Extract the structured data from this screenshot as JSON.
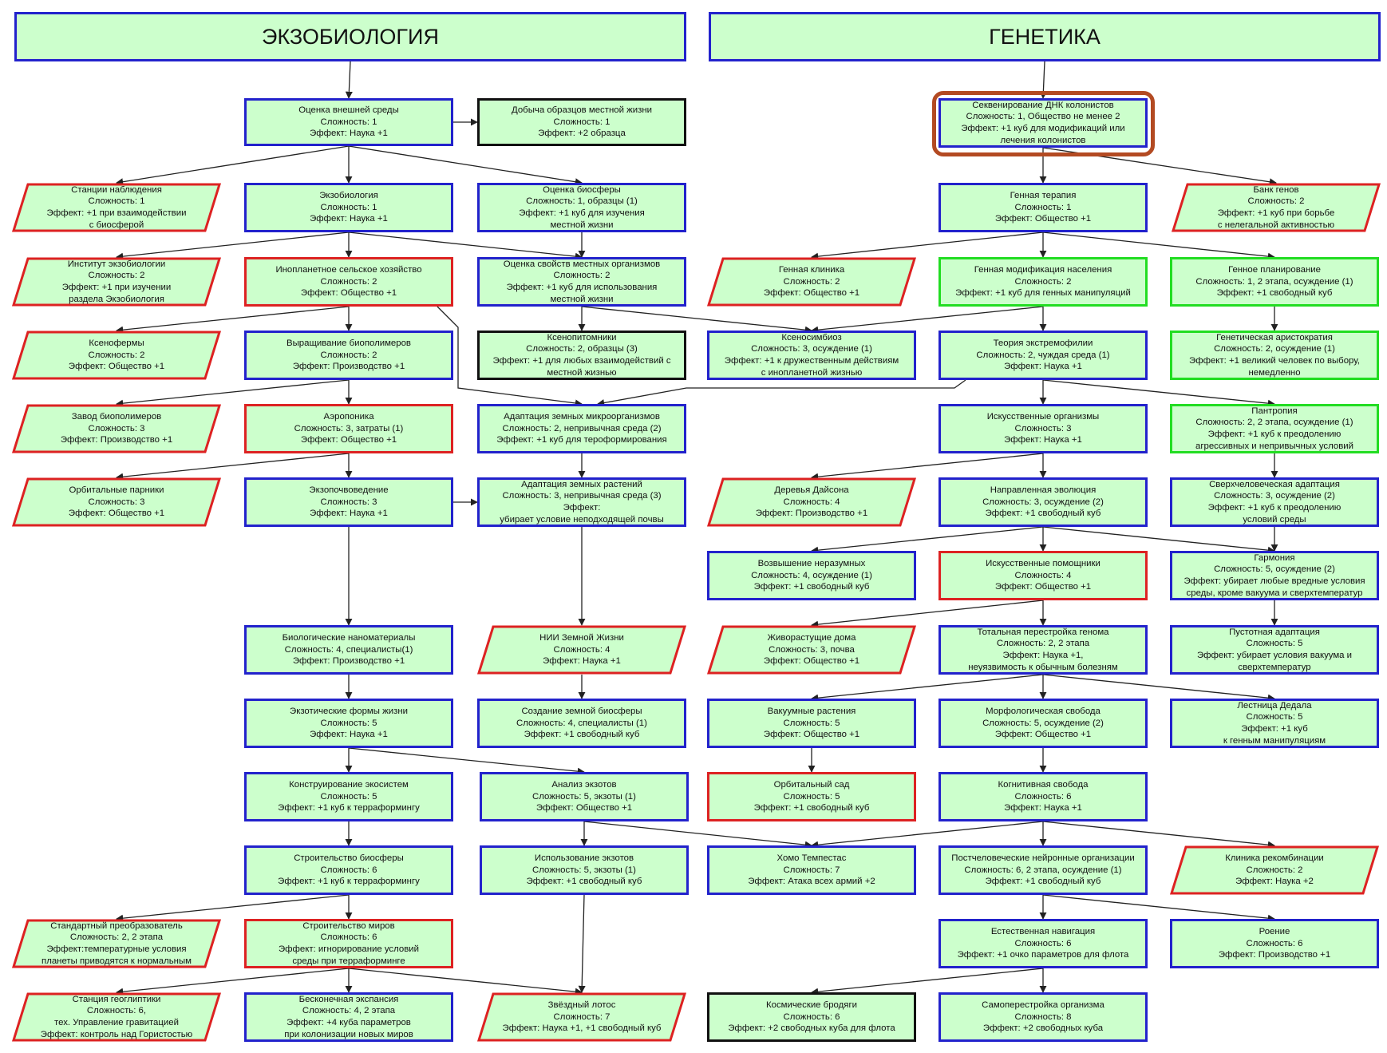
{
  "colors": {
    "fill": "#ccffcc",
    "blue": "#2222cc",
    "green": "#22dd22",
    "red": "#dd2222",
    "black": "#111111",
    "edge": "#222222",
    "highlight": "#b34a22"
  },
  "headers": {
    "exobiology": "ЭКЗОБИОЛОГИЯ",
    "genetics": "ГЕНЕТИКА"
  },
  "nodes": {
    "l1": [
      "Оценка внешней среды",
      "Сложность: 1",
      "Эффект: Наука +1"
    ],
    "l1b": [
      "Добыча образцов местной жизни",
      "Сложность: 1",
      "Эффект: +2 образца"
    ],
    "l2a": [
      "Станции наблюдения",
      "Сложность: 1",
      "Эффект: +1 при взаимодействии",
      "с биосферой"
    ],
    "l2b": [
      "Экзобиология",
      "Сложность: 1",
      "Эффект: Наука +1"
    ],
    "l2c": [
      "Оценка биосферы",
      "Сложность: 1, образцы (1)",
      "Эффект: +1 куб для изучения",
      "местной жизни"
    ],
    "l3a": [
      "Институт экзобиологии",
      "Сложность: 2",
      "Эффект: +1 при изучении",
      "раздела Экзобиология"
    ],
    "l3b": [
      "Инопланетное сельское хозяйство",
      "Сложность: 2",
      "Эффект: Общество +1"
    ],
    "l3c": [
      "Оценка свойств местных организмов",
      "Сложность: 2",
      "Эффект: +1 куб для использования",
      "местной жизни"
    ],
    "l4a": [
      "Ксенофермы",
      "Сложность: 2",
      "Эффект: Общество +1"
    ],
    "l4b": [
      "Выращивание биополимеров",
      "Сложность: 2",
      "Эффект: Производство +1"
    ],
    "l4c": [
      "Ксенопитомники",
      "Сложность: 2, образцы (3)",
      "Эффект: +1 для любых взаимодействий с",
      "местной жизнью"
    ],
    "l5a": [
      "Завод биополимеров",
      "Сложность: 3",
      "Эффект: Производство +1"
    ],
    "l5b": [
      "Аэропоника",
      "Сложность: 3, затраты (1)",
      "Эффект: Общество +1"
    ],
    "l5c": [
      "Адаптация земных микроорганизмов",
      "Сложность: 2, непривычная среда (2)",
      "Эффект: +1 куб для тероформирования"
    ],
    "l6a": [
      "Орбитальные парники",
      "Сложность: 3",
      "Эффект: Общество +1"
    ],
    "l6b": [
      "Экзопочвоведение",
      "Сложность: 3",
      "Эффект: Наука +1"
    ],
    "l6c": [
      "Адаптация земных растений",
      "Сложность: 3, непривычная среда (3)",
      "Эффект:",
      "убирает условие неподходящей почвы"
    ],
    "l7b": [
      "Биологические наноматериалы",
      "Сложность: 4, специалисты(1)",
      "Эффект: Производство +1"
    ],
    "l7c": [
      "НИИ Земной Жизни",
      "Сложность: 4",
      "Эффект: Наука +1"
    ],
    "l8b": [
      "Экзотические формы жизни",
      "Сложность: 5",
      "Эффект: Наука +1"
    ],
    "l8c": [
      "Создание земной биосферы",
      "Сложность: 4, специалисты (1)",
      "Эффект: +1 свободный куб"
    ],
    "l9b": [
      "Конструирование экосистем",
      "Сложность: 5",
      "Эффект: +1 куб к терраформингу"
    ],
    "l9c": [
      "Анализ экзотов",
      "Сложность: 5, экзоты (1)",
      "Эффект: Общество +1"
    ],
    "l10b": [
      "Строительство биосферы",
      "Сложность: 6",
      "Эффект: +1 куб к терраформингу"
    ],
    "l10c": [
      "Использование экзотов",
      "Сложность: 5, экзоты (1)",
      "Эффект: +1 свободный куб"
    ],
    "l11a": [
      "Стандартный преобразователь",
      "Сложность: 2, 2 этапа",
      "Эффект:температурные условия",
      "планеты приводятся к нормальным"
    ],
    "l11b": [
      "Строительство миров",
      "Сложность: 6",
      "Эффект: игнорирование условий",
      "среды при терраформинге"
    ],
    "l12a": [
      "Станция геоглиптики",
      "Сложность: 6,",
      "тех. Управление гравитацией",
      "Эффект: контроль над Гористостью"
    ],
    "l12b": [
      "Бесконечная экспансия",
      "Сложность: 4, 2 этапа",
      "Эффект: +4 куба параметров",
      "при колонизации новых миров"
    ],
    "l12c": [
      "Звёздный лотос",
      "Сложность: 7",
      "Эффект: Наука +1, +1 свободный куб"
    ],
    "r1": [
      "Секвенирование ДНК колонистов",
      "Сложность: 1, Общество не менее 2",
      "Эффект: +1 куб для модификаций или",
      "лечения колонистов"
    ],
    "r2b": [
      "Генная терапия",
      "Сложность: 1",
      "Эффект: Общество +1"
    ],
    "r2c": [
      "Банк генов",
      "Сложность: 2",
      "Эффект: +1 куб при борьбе",
      "с нелегальной активностью"
    ],
    "r3a": [
      "Генная клиника",
      "Сложность: 2",
      "Эффект: Общество +1"
    ],
    "r3b": [
      "Генная модификация населения",
      "Сложность: 2",
      "Эффект: +1 куб для генных манипуляций"
    ],
    "r3c": [
      "Генное планирование",
      "Сложность: 1, 2 этапа, осуждение (1)",
      "Эффект: +1 свободный куб"
    ],
    "r4a": [
      "Ксеносимбиоз",
      "Сложность: 3, осуждение (1)",
      "Эффект: +1 к дружественным действиям",
      "с инопланетной жизнью"
    ],
    "r4b": [
      "Теория экстремофилии",
      "Сложность: 2, чуждая среда (1)",
      "Эффект: Наука +1"
    ],
    "r4c": [
      "Генетическая аристократия",
      "Сложность: 2, осуждение (1)",
      "Эффект: +1 великий человек по выбору,",
      "немедленно"
    ],
    "r5b": [
      "Искусственные организмы",
      "Сложность: 3",
      "Эффект: Наука +1"
    ],
    "r5c": [
      "Пантропия",
      "Сложность: 2, 2 этапа, осуждение (1)",
      "Эффект: +1 куб к преодолению",
      "агрессивных и непривычных условий"
    ],
    "r6a": [
      "Деревья Дайсона",
      "Сложность: 4",
      "Эффект: Производство +1"
    ],
    "r6b": [
      "Направленная эволюция",
      "Сложность: 3, осуждение (2)",
      "Эффект: +1 свободный куб"
    ],
    "r6c": [
      "Сверхчеловеческая адаптация",
      "Сложность: 3, осуждение (2)",
      "Эффект: +1 куб к преодолению",
      "условий среды"
    ],
    "r7a": [
      "Возвышение неразумных",
      "Сложность: 4, осуждение (1)",
      "Эффект: +1 свободный куб"
    ],
    "r7b": [
      "Искусственные помощники",
      "Сложность: 4",
      "Эффект: Общество +1"
    ],
    "r7c": [
      "Гармония",
      "Сложность: 5, осуждение (2)",
      "Эффект: убирает любые вредные условия",
      "среды, кроме вакуума и сверхтемператур"
    ],
    "r8a": [
      "Живорастущие дома",
      "Сложность: 3, почва",
      "Эффект: Общество +1"
    ],
    "r8b": [
      "Тотальная перестройка генома",
      "Сложность: 2, 2 этапа",
      "Эффект: Наука +1,",
      "неуязвимость к обычным болезням"
    ],
    "r8c": [
      "Пустотная адаптация",
      "Сложность: 5",
      "Эффект: убирает условия вакуума и",
      "сверхтемператур"
    ],
    "r9a": [
      "Вакуумные растения",
      "Сложность: 5",
      "Эффект: Общество +1"
    ],
    "r9b": [
      "Морфологическая свобода",
      "Сложность: 5, осуждение (2)",
      "Эффект: Общество +1"
    ],
    "r9c": [
      "Лестница Дедала",
      "Сложность: 5",
      "Эффект: +1 куб",
      "к генным манипуляциям"
    ],
    "r10a": [
      "Орбитальный сад",
      "Сложность: 5",
      "Эффект: +1 свободный куб"
    ],
    "r10b": [
      "Когнитивная свобода",
      "Сложность: 6",
      "Эффект: Наука +1"
    ],
    "r11a": [
      "Хомо Темпестас",
      "Сложность: 7",
      "Эффект: Атака всех армий +2"
    ],
    "r11b": [
      "Постчеловеческие нейронные организации",
      "Сложность: 6, 2 этапа, осуждение (1)",
      "Эффект: +1 свободный куб"
    ],
    "r11c": [
      "Клиника рекомбинации",
      "Сложность: 2",
      "Эффект: Наука +2"
    ],
    "r12b": [
      "Естественная навигация",
      "Сложность: 6",
      "Эффект: +1 очко параметров для флота"
    ],
    "r12c": [
      "Роение",
      "Сложность: 6",
      "Эффект: Производство +1"
    ],
    "r13a": [
      "Космические бродяги",
      "Сложность: 6",
      "Эффект: +2 свободных куба для флота"
    ],
    "r13b": [
      "Самоперестройка организма",
      "Сложность: 8",
      "Эффект: +2 свободных куба"
    ]
  }
}
